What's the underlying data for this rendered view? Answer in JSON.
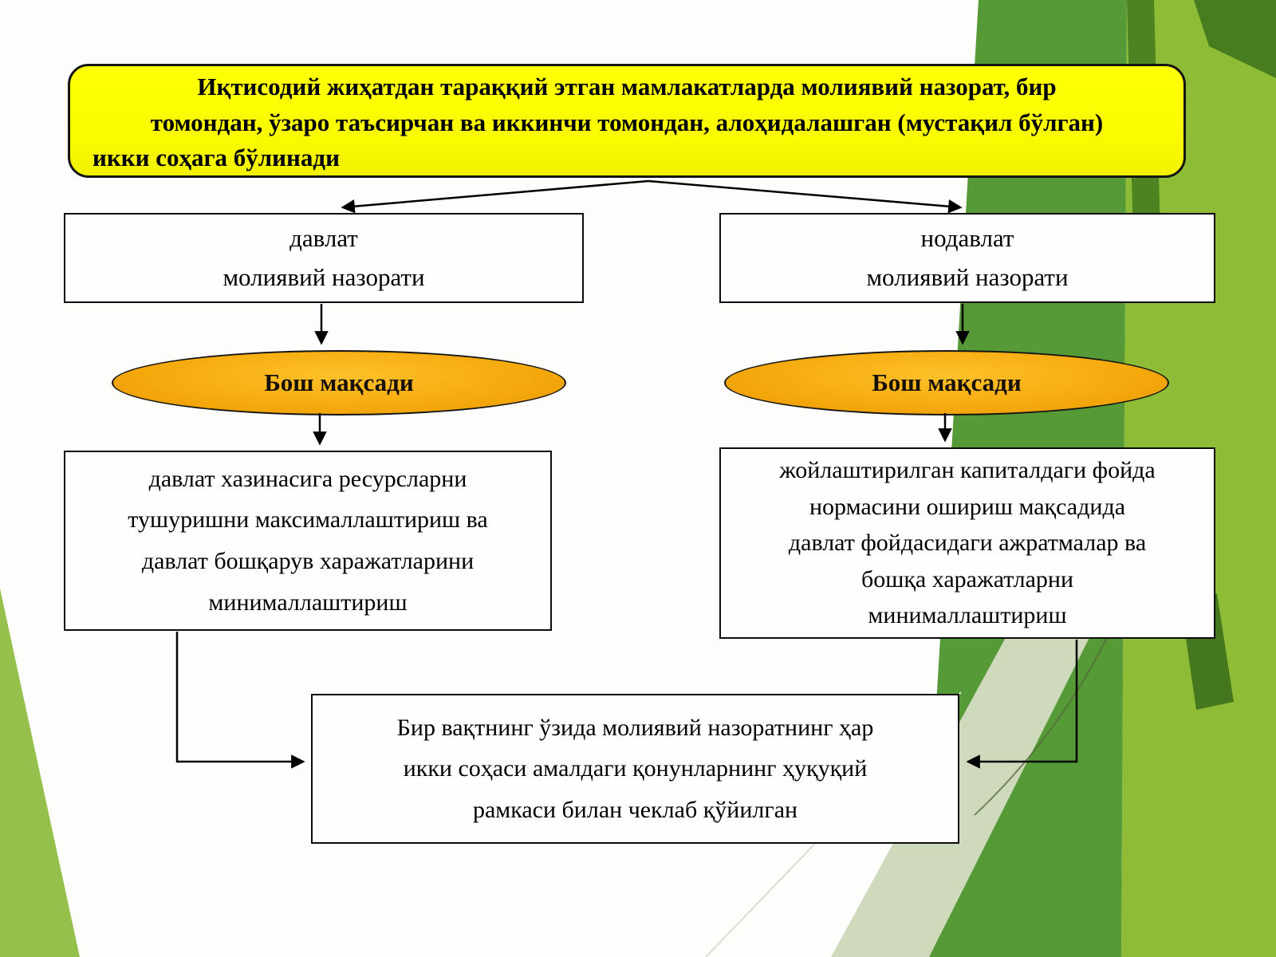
{
  "title": {
    "lines": [
      "Иқтисодий жиҳатдан тараққий этган мамлакатларда молиявий назорат, бир",
      "томондан, ўзаро таъсирчан ва иккинчи томондан, алоҳидалашган (мустақил бўлган)",
      "икки соҳага бўлинади"
    ]
  },
  "branches": {
    "left": {
      "heading_lines": [
        "давлат",
        "молиявий назорати"
      ],
      "goal_label": "Бош мақсади",
      "goal_lines": [
        "давлат хазинасига ресурсларни",
        "тушуришни максималлаштириш ва",
        "давлат бошқарув харажатларини",
        "минималлаштириш"
      ]
    },
    "right": {
      "heading_lines": [
        "нодавлат",
        "молиявий назорати"
      ],
      "goal_label": "Бош мақсади",
      "goal_lines": [
        "жойлаштирилган капиталдаги фойда",
        "нормасини ошириш мақсадида",
        "давлат фойдасидаги ажратмалар ва",
        "бошқа харажатларни",
        "минималлаштириш"
      ]
    }
  },
  "conclusion": {
    "lines": [
      "Бир вақтнинг ўзида молиявий назоратнинг ҳар",
      "икки соҳаси амалдаги қонунларнинг ҳуқуқий",
      "рамкаси билан чеклаб қўйилган"
    ]
  },
  "colors": {
    "title_fill": "#fbfb00",
    "ellipse_fill": "#f6ab0e",
    "box_border": "#0c0c0c",
    "arrow_color": "#000000",
    "bg_green_medium": "#569a37",
    "bg_green_bright": "#8fbc37",
    "bg_green_dark": "#477c1f",
    "bg_green_pale": "#cfdabc",
    "bg_green_left_wedge": "#94c04b"
  }
}
